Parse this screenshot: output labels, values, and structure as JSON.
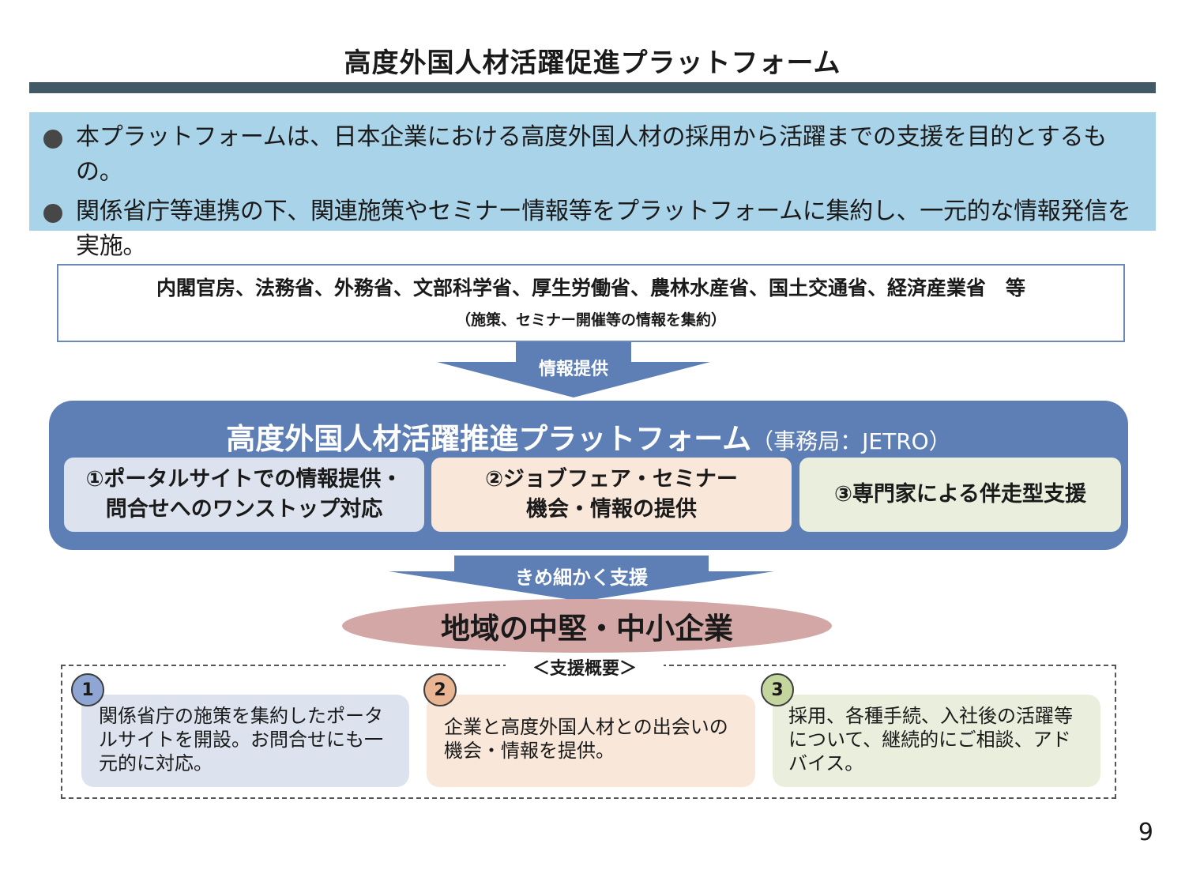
{
  "title": "高度外国人材活躍促進プラットフォーム",
  "summary": {
    "bullets": [
      "本プラットフォームは、日本企業における高度外国人材の採用から活躍までの支援を目的とするもの。",
      "関係省庁等連携の下、関連施策やセミナー情報等をプラットフォームに集約し、一元的な情報発信を実施。"
    ]
  },
  "ministries": {
    "list": "内閣官房、法務省、外務省、文部科学省、厚生労働省、農林水産省、国土交通省、経済産業省　等",
    "note": "（施策、セミナー開催等の情報を集約）"
  },
  "arrow_top_label": "情報提供",
  "platform": {
    "title": "高度外国人材活躍推進プラットフォーム",
    "secretariat": "（事務局：JETRO）",
    "boxes": [
      {
        "line1": "①ポータルサイトでの情報提供・",
        "line2": "問合せへのワンストップ対応",
        "color": "#dce3ef"
      },
      {
        "line1": "②ジョブフェア・セミナー",
        "line2": "機会・情報の提供",
        "color": "#f9e7da"
      },
      {
        "line1": "③専門家による伴走型支援",
        "line2": "",
        "color": "#e9efdc"
      }
    ]
  },
  "arrow_bottom_label": "きめ細かく支援",
  "target": "地域の中堅・中小企業",
  "overview": {
    "label": "＜支援概要＞",
    "items": [
      {
        "num": "1",
        "text": "関係省庁の施策を集約したポータルサイトを開設。お問合せにも一元的に対応。",
        "color": "#dce3ef",
        "badge": "#8fa6d4"
      },
      {
        "num": "2",
        "text": "企業と高度外国人材との出会いの機会・情報を提供。",
        "color": "#f9e7da",
        "badge": "#eab592"
      },
      {
        "num": "3",
        "text": "採用、各種手続、入社後の活躍等について、継続的にご相談、アドバイス。",
        "color": "#e9efdc",
        "badge": "#c4d59e"
      }
    ]
  },
  "page_number": "9",
  "colors": {
    "title_bar": "#415a66",
    "summary_bg": "#a9d3e8",
    "platform_bg": "#5e7fb5",
    "arrow": "#5e7fb5",
    "ellipse": "#d4a7a7"
  }
}
